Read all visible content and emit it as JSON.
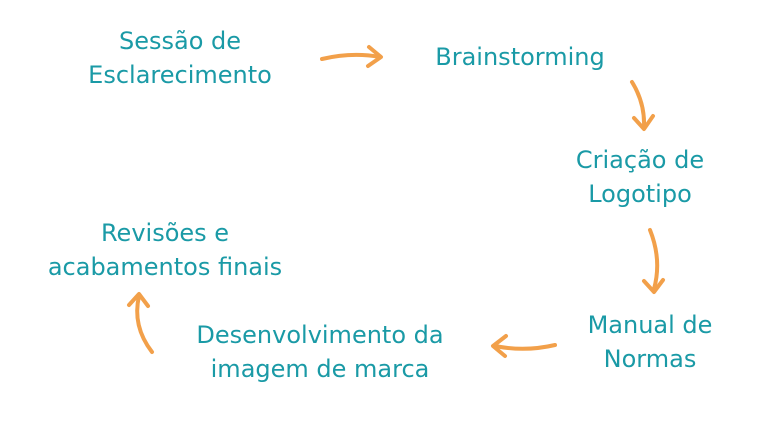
{
  "colors": {
    "text": "#1a9aa6",
    "arrow": "#f2a04a",
    "background": "#ffffff"
  },
  "steps": [
    {
      "lines": [
        "Sessão de",
        "Esclarecimento"
      ]
    },
    {
      "lines": [
        "Brainstorming"
      ]
    },
    {
      "lines": [
        "Criação de",
        "Logotipo"
      ]
    },
    {
      "lines": [
        "Manual de",
        "Normas"
      ]
    },
    {
      "lines": [
        "Desenvolvimento da",
        "imagem de marca"
      ]
    },
    {
      "lines": [
        "Revisões e",
        "acabamentos finais"
      ]
    }
  ]
}
